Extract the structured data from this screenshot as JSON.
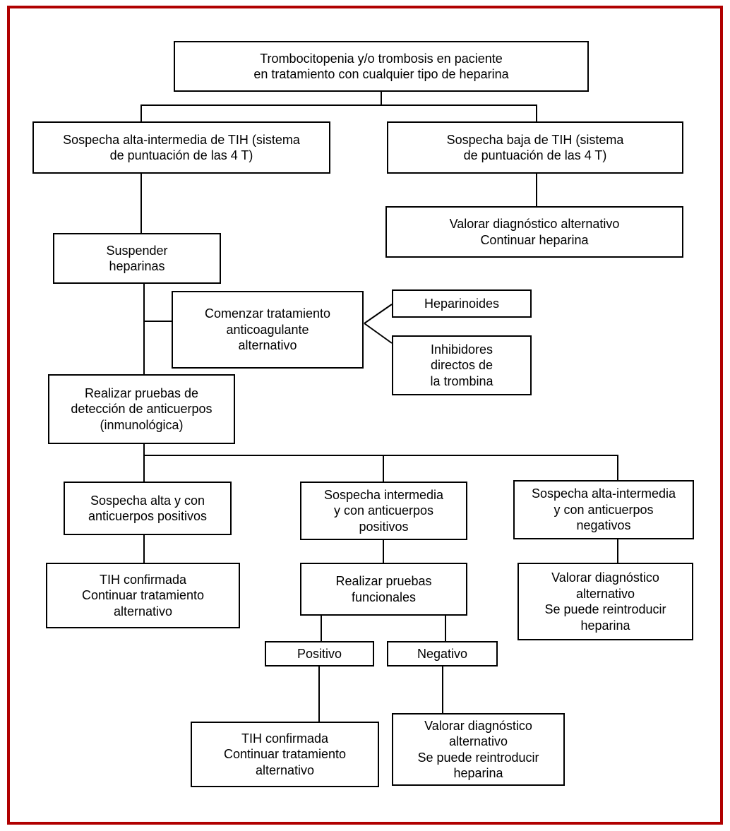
{
  "diagram": {
    "type": "flowchart",
    "language": "es",
    "topic": "Algoritmo de manejo de la trombocitopenia inducida por heparina (TIH)"
  },
  "colors": {
    "frame_border": "#b00000",
    "box_border": "#000000",
    "background": "#ffffff",
    "text": "#000000"
  },
  "nodes": {
    "root": {
      "text": "Trombocitopenia y/o trombosis en paciente\nen tratamiento con cualquier tipo de heparina"
    },
    "suspect_high_intermediate": {
      "text": "Sospecha alta-intermedia de TIH (sistema\nde puntuación de las 4 T)"
    },
    "suspect_low": {
      "text": "Sospecha baja de TIH (sistema\nde puntuación de las 4 T)"
    },
    "alt_dx_continue_heparin": {
      "text": "Valorar diagnóstico alternativo\nContinuar heparina"
    },
    "stop_heparins": {
      "text": "Suspender\nheparinas"
    },
    "start_alt_anticoagulant": {
      "text": "Comenzar tratamiento\nanticoagulante\nalternativo"
    },
    "heparinoids": {
      "text": "Heparinoides"
    },
    "direct_thrombin_inhibitors": {
      "text": "Inhibidores\ndirectos de\nla trombina"
    },
    "antibody_detection_tests": {
      "text": "Realizar pruebas de\ndetección de anticuerpos\n(inmunológica)"
    },
    "high_suspicion_pos_antibodies": {
      "text": "Sospecha alta y con\nanticuerpos positivos"
    },
    "intermediate_suspicion_pos_antibodies": {
      "text": "Sospecha intermedia\ny con anticuerpos\npositivos"
    },
    "high_intermediate_suspicion_neg_antibodies": {
      "text": "Sospecha alta-intermedia\ny con anticuerpos\nnegativos"
    },
    "tih_confirmed_left": {
      "text": "TIH confirmada\nContinuar tratamiento\nalternativo"
    },
    "functional_tests": {
      "text": "Realizar pruebas\nfuncionales"
    },
    "alt_dx_reintroduce_right": {
      "text": "Valorar diagnóstico\nalternativo\nSe puede reintroducir\nheparina"
    },
    "positive": {
      "text": "Positivo"
    },
    "negative": {
      "text": "Negativo"
    },
    "tih_confirmed_bottom": {
      "text": "TIH confirmada\nContinuar tratamiento\nalternativo"
    },
    "alt_dx_reintroduce_bottom": {
      "text": "Valorar diagnóstico\nalternativo\nSe puede reintroducir\nheparina"
    }
  },
  "edges": [
    {
      "from": "root",
      "to": "suspect_high_intermediate"
    },
    {
      "from": "root",
      "to": "suspect_low"
    },
    {
      "from": "suspect_low",
      "to": "alt_dx_continue_heparin"
    },
    {
      "from": "suspect_high_intermediate",
      "to": "stop_heparins"
    },
    {
      "from": "stop_heparins",
      "to": "start_alt_anticoagulant"
    },
    {
      "from": "start_alt_anticoagulant",
      "to": "heparinoids"
    },
    {
      "from": "start_alt_anticoagulant",
      "to": "direct_thrombin_inhibitors"
    },
    {
      "from": "stop_heparins",
      "to": "antibody_detection_tests"
    },
    {
      "from": "antibody_detection_tests",
      "to": "high_suspicion_pos_antibodies"
    },
    {
      "from": "antibody_detection_tests",
      "to": "intermediate_suspicion_pos_antibodies"
    },
    {
      "from": "antibody_detection_tests",
      "to": "high_intermediate_suspicion_neg_antibodies"
    },
    {
      "from": "high_suspicion_pos_antibodies",
      "to": "tih_confirmed_left"
    },
    {
      "from": "intermediate_suspicion_pos_antibodies",
      "to": "functional_tests"
    },
    {
      "from": "high_intermediate_suspicion_neg_antibodies",
      "to": "alt_dx_reintroduce_right"
    },
    {
      "from": "functional_tests",
      "to": "positive"
    },
    {
      "from": "functional_tests",
      "to": "negative"
    },
    {
      "from": "positive",
      "to": "tih_confirmed_bottom"
    },
    {
      "from": "negative",
      "to": "alt_dx_reintroduce_bottom"
    }
  ]
}
